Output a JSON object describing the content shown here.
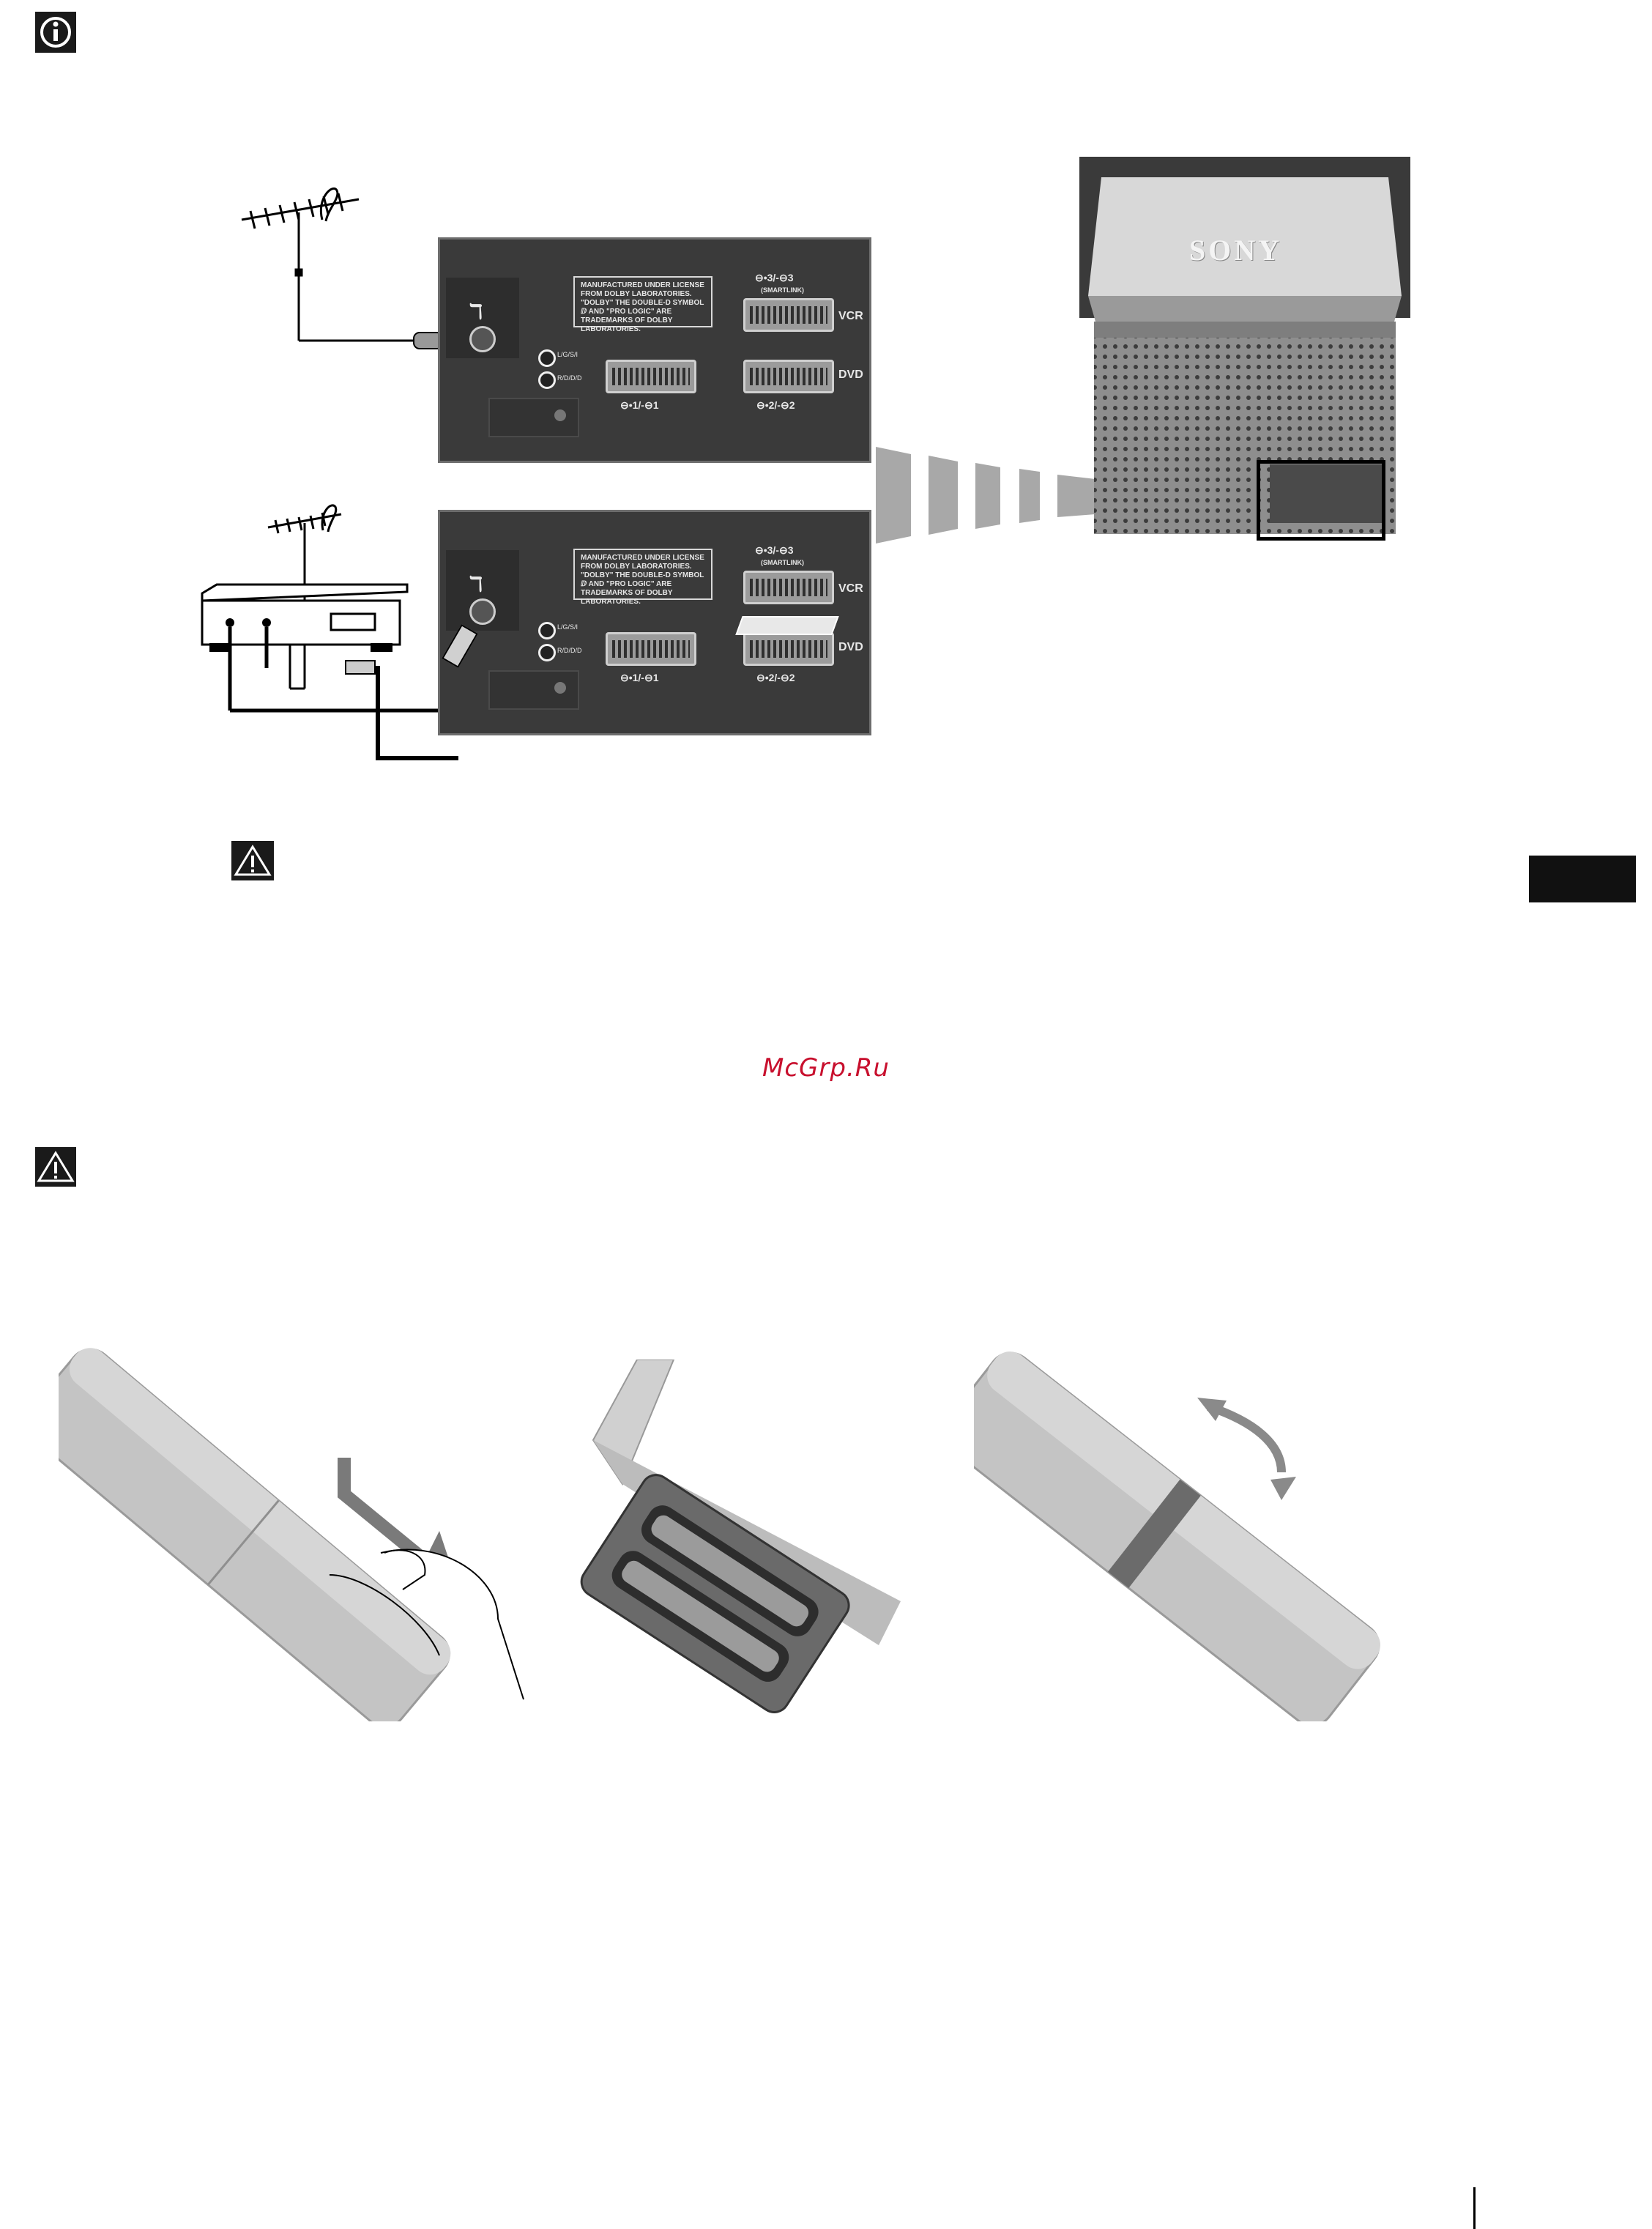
{
  "icons": {
    "info": "info-icon",
    "warning": "warning-icon"
  },
  "panel_top": {
    "dolby_text": "MANUFACTURED UNDER LICENSE FROM DOLBY LABORATORIES. \"DOLBY\" THE DOUBLE-D SYMBOL ⅅ AND \"PRO LOGIC\" ARE TRADEMARKS OF DOLBY LABORATORIES.",
    "scart3": "⊖•3/-⊖3",
    "smartlink": "(SMARTLINK)",
    "vcr": "VCR",
    "dvd": "DVD",
    "scart1": "⊖•1/-⊖1",
    "scart2": "⊖•2/-⊖2",
    "audio_l": "L/G/S/I",
    "audio_r": "R/D/D/D"
  },
  "panel_bottom": {
    "dolby_text": "MANUFACTURED UNDER LICENSE FROM DOLBY LABORATORIES. \"DOLBY\" THE DOUBLE-D SYMBOL ⅅ AND \"PRO LOGIC\" ARE TRADEMARKS OF DOLBY LABORATORIES.",
    "scart3": "⊖•3/-⊖3",
    "smartlink": "(SMARTLINK)",
    "vcr": "VCR",
    "dvd": "DVD",
    "scart1": "⊖•1/-⊖1",
    "scart2": "⊖•2/-⊖2",
    "audio_l": "L/G/S/I",
    "audio_r": "R/D/D/D"
  },
  "tv": {
    "brand": "SONY"
  },
  "watermark": "McGrp.Ru",
  "colors": {
    "panel_bg": "#3a3a3a",
    "remote": "#bdbdbd",
    "tab": "#111111",
    "watermark": "#c8102e"
  }
}
